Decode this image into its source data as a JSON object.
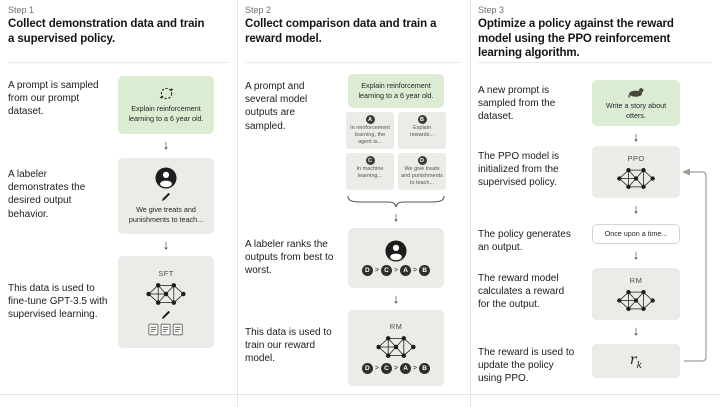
{
  "glyphs": {
    "arrow_down": "↓"
  },
  "colors": {
    "prompt_green": "#dbecd3",
    "box_gray": "#ebebe8",
    "text": "#1c1c1c",
    "muted": "#71716d"
  },
  "steps": [
    {
      "label": "Step 1",
      "heading": "Collect demonstration data and train a supervised policy.",
      "caption_prompt": "A prompt is sampled from our prompt dataset.",
      "caption_labeler": "A labeler demonstrates the desired output behavior.",
      "caption_finetune": "This data is used to fine-tune GPT-3.5 with supervised learning.",
      "prompt_box": {
        "icon": "cycle-icon",
        "text": "Explain reinforcement learning to a 6 year old."
      },
      "demo_box": {
        "icon": "labeler-icon",
        "pen_icon": "pen-icon",
        "text": "We give treats and punishments to teach..."
      },
      "sft_box": {
        "title": "SFT",
        "icons": [
          "network-icon",
          "pen-icon",
          "documents-icon"
        ]
      }
    },
    {
      "label": "Step 2",
      "heading": "Collect comparison data and train a reward model.",
      "caption_sampled": "A prompt and several model outputs are sampled.",
      "caption_ranks": "A labeler ranks the outputs from best to worst.",
      "caption_train": "This data is used to train our reward model.",
      "prompt_box": {
        "text": "Explain reinforcement learning to a 6 year old."
      },
      "outputs": [
        {
          "letter": "A",
          "text": "In reinforcement learning, the agent is..."
        },
        {
          "letter": "B",
          "text": "Explain rewards..."
        },
        {
          "letter": "C",
          "text": "In machine learning..."
        },
        {
          "letter": "D",
          "text": "We give treats and punishments to teach..."
        }
      ],
      "ranking": {
        "order": [
          "D",
          "C",
          "A",
          "B"
        ],
        "separator": ">"
      },
      "rm_box": {
        "title": "RM",
        "icon": "network-icon"
      }
    },
    {
      "label": "Step 3",
      "heading": "Optimize a policy against the reward model using the PPO reinforcement learning algorithm.",
      "caption_new_prompt": "A new prompt is sampled from the dataset.",
      "caption_ppo": "The PPO model is initialized from the supervised policy.",
      "caption_output": "The policy generates an output.",
      "caption_reward": "The reward model calculates a reward for the output.",
      "caption_update": "The reward is used to update the policy using PPO.",
      "prompt_box": {
        "icon": "otter-icon",
        "text": "Write a story about otters."
      },
      "ppo_box": {
        "title": "PPO",
        "icon": "network-icon"
      },
      "output_box": {
        "text": "Once upon a time..."
      },
      "rm_box": {
        "title": "RM",
        "icon": "network-icon"
      },
      "reward_box": {
        "symbol": "r",
        "subscript": "k"
      }
    }
  ]
}
